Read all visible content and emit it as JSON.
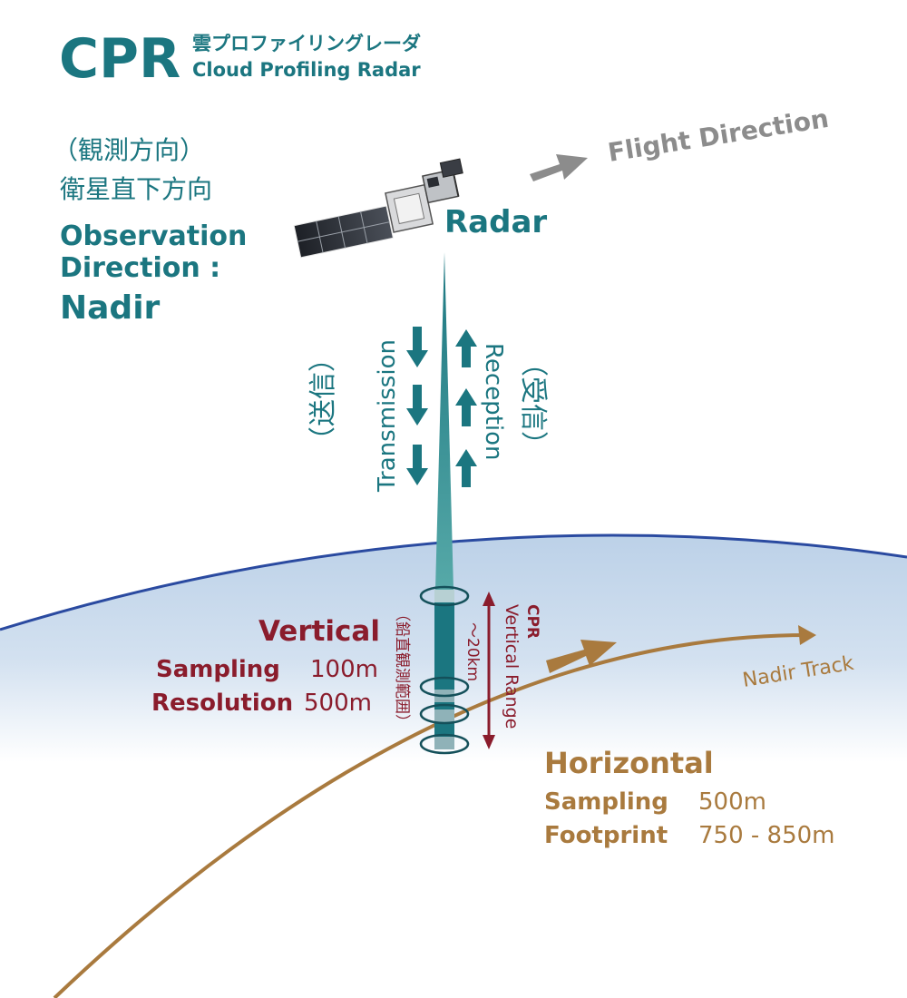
{
  "title": {
    "abbr": "CPR",
    "jp": "雲プロファイリングレーダ",
    "en": "Cloud Profiling Radar"
  },
  "observation": {
    "jp_line1": "（観測方向）",
    "jp_line2": "衛星直下方向",
    "en_line1": "Observation",
    "en_line2": "Direction :",
    "en_value": "Nadir"
  },
  "flight_direction": "Flight Direction",
  "radar_label": "Radar",
  "transmission": {
    "jp": "（送信）",
    "en": "Transmission"
  },
  "reception": {
    "jp": "（受信）",
    "en": "Reception"
  },
  "vertical": {
    "heading": "Vertical",
    "sampling_label": "Sampling",
    "sampling_value": "100m",
    "resolution_label": "Resolution",
    "resolution_value": "500m"
  },
  "vertical_range": {
    "jp": "（鉛直観測範囲）",
    "value": "～20km",
    "cpr": "CPR",
    "label": "Vertical Range"
  },
  "nadir_track": "Nadir Track",
  "horizontal": {
    "heading": "Horizontal",
    "sampling_label": "Sampling",
    "sampling_value": "500m",
    "footprint_label": "Footprint",
    "footprint_value": "750 - 850m"
  },
  "colors": {
    "teal": "#1b7680",
    "maroon": "#8a1c2c",
    "gold": "#a97a3e",
    "grey": "#8c8c8c",
    "earth_rim": "#2a4aa0",
    "sky": "#c4d6ea"
  }
}
